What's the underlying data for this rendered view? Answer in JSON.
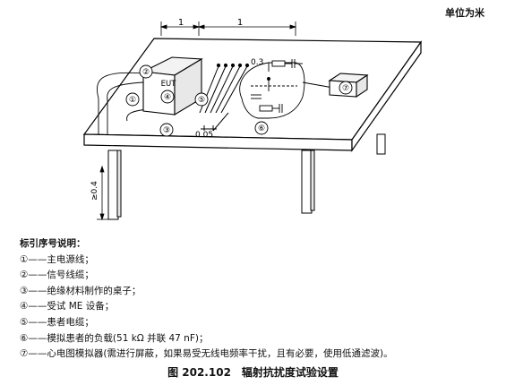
{
  "unit_label": "单位为米",
  "dimensions": {
    "d1": "1",
    "d2": "1",
    "spacing_top": "0.3",
    "spacing_bottom": "0.05",
    "height": "≥0.4"
  },
  "labels": {
    "eut": "EUT",
    "c1": "①",
    "c2": "②",
    "c3": "③",
    "c4": "④",
    "c5": "⑤",
    "c6": "⑥",
    "c7": "⑦"
  },
  "legend": {
    "title": "标引序号说明：",
    "items": [
      "①——主电源线；",
      "②——信号线缆；",
      "③——绝缘材料制作的桌子；",
      "④——受试 ME 设备；",
      "⑤——患者电缆；",
      "⑥——模拟患者的负载(51 kΩ 并联 47 nF)；",
      "⑦——心电图模拟器(需进行屏蔽，如果易受无线电频率干扰，且有必要，使用低通滤波)。"
    ]
  },
  "caption": "图 202.102　辐射抗扰度试验设置"
}
